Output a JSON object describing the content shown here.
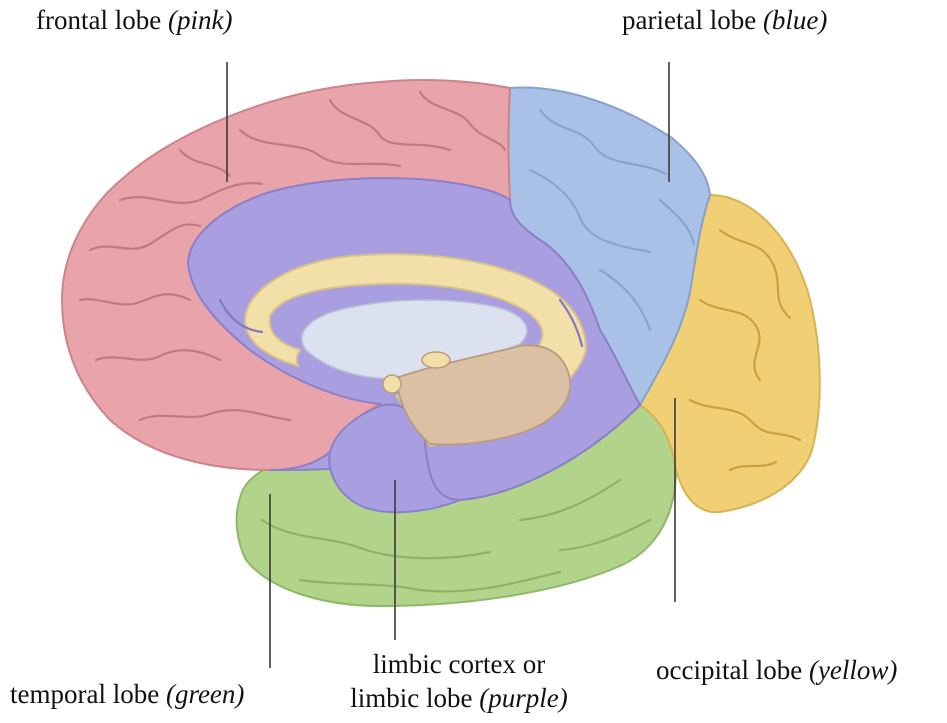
{
  "labels": {
    "frontal": {
      "name": "frontal lobe",
      "color_word": "(pink)"
    },
    "parietal": {
      "name": "parietal lobe",
      "color_word": "(blue)"
    },
    "temporal": {
      "name": "temporal lobe",
      "color_word": "(green)"
    },
    "limbic": {
      "line1": "limbic cortex or",
      "line2": "limbic lobe",
      "color_word": "(purple)"
    },
    "occipital": {
      "name": "occipital lobe",
      "color_word": "(yellow)"
    }
  },
  "colors": {
    "frontal": "#e8a4aa",
    "parietal": "#a9c1e6",
    "occipital": "#f1cf74",
    "temporal": "#b1d48a",
    "limbic": "#a89ee0",
    "corpus_callosum": "#f3dfa8",
    "thalamus": "#dcc0a4",
    "ventricle": "#dbe1ef"
  }
}
